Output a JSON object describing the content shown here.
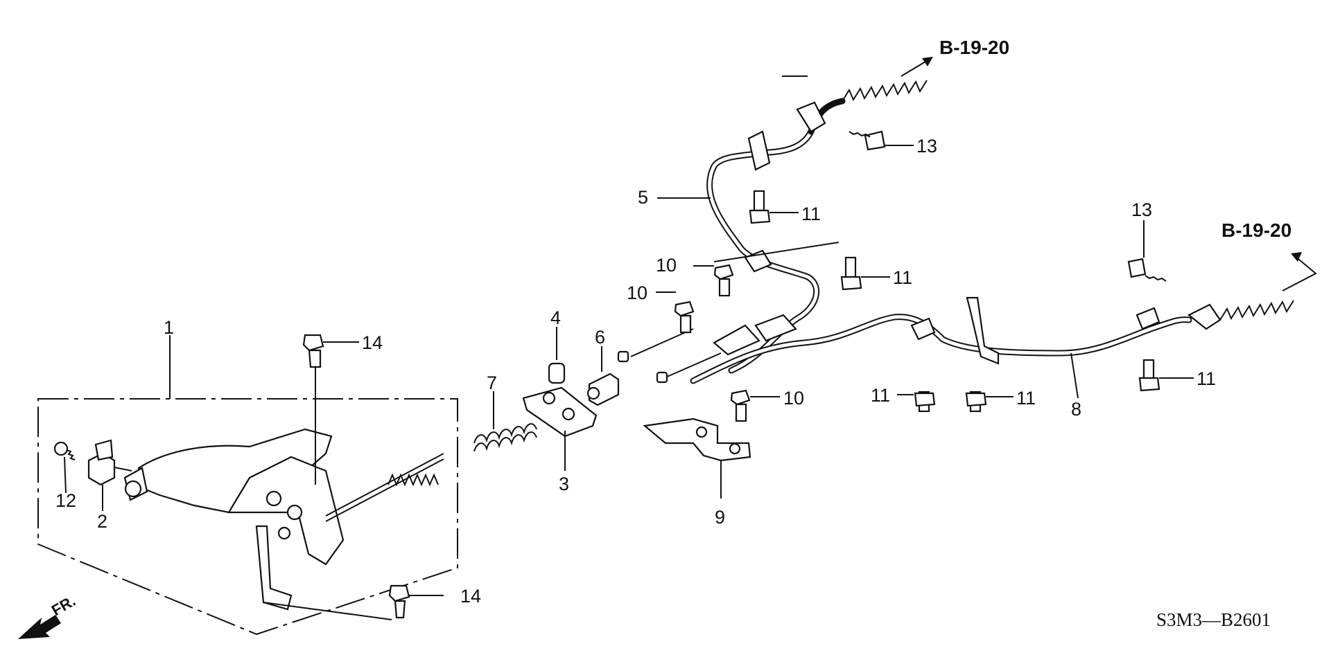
{
  "diagram": {
    "part_labels": [
      "1",
      "2",
      "3",
      "4",
      "5",
      "6",
      "7",
      "8",
      "9",
      "10",
      "10",
      "10",
      "11",
      "11",
      "11",
      "11",
      "11",
      "11",
      "12",
      "13",
      "13",
      "14",
      "14"
    ],
    "references": [
      "B-19-20",
      "B-19-20"
    ],
    "front_marker": "FR.",
    "diagram_code": "S3M3—B2601"
  }
}
